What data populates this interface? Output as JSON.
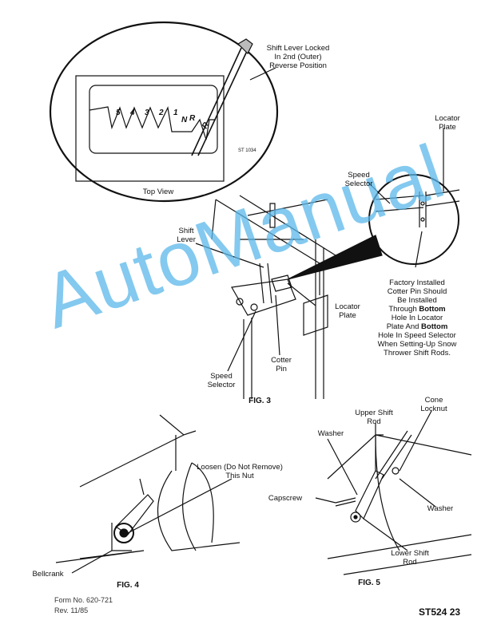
{
  "fig3": {
    "caption": "FIG. 3",
    "inset": {
      "callout": [
        "Shift Lever Locked",
        "In 2nd (Outer)",
        "Reverse Position"
      ],
      "gear_positions": [
        "5",
        "4",
        "3",
        "2",
        "1",
        "N",
        "R",
        "R"
      ],
      "code": "ST 1034",
      "view_label": "Top View"
    },
    "detail": {
      "locator_plate": [
        "Locator",
        "Plate"
      ],
      "speed_selector": [
        "Speed",
        "Selector"
      ]
    },
    "shift_lever": [
      "Shift",
      "Lever"
    ],
    "locator_plate": [
      "Locator",
      "Plate"
    ],
    "cotter_pin": [
      "Cotter",
      "Pin"
    ],
    "speed_selector": [
      "Speed",
      "Selector"
    ],
    "note": [
      "Factory Installed",
      "Cotter Pin Should",
      "Be Installed",
      "Through ",
      "Bottom",
      "Hole In Locator",
      "Plate And ",
      "Bottom",
      "Hole In Speed Selector",
      "When Setting-Up Snow",
      "Thrower Shift Rods."
    ]
  },
  "fig4": {
    "caption": "FIG. 4",
    "loosen": [
      "Loosen (Do Not Remove)",
      "This Nut"
    ],
    "bellcrank": "Bellcrank"
  },
  "fig5": {
    "caption": "FIG. 5",
    "upper_shift_rod": [
      "Upper Shift",
      "Rod"
    ],
    "cone_locknut": [
      "Cone",
      "Locknut"
    ],
    "washer_left": "Washer",
    "capscrew": "Capscrew",
    "washer_right": "Washer",
    "lower_shift_rod": [
      "Lower Shift",
      "Rod"
    ]
  },
  "footer": {
    "form_no": "Form No. 620-721",
    "rev": "Rev. 11/85",
    "page": "ST524 23"
  },
  "watermark": "AutoManual"
}
